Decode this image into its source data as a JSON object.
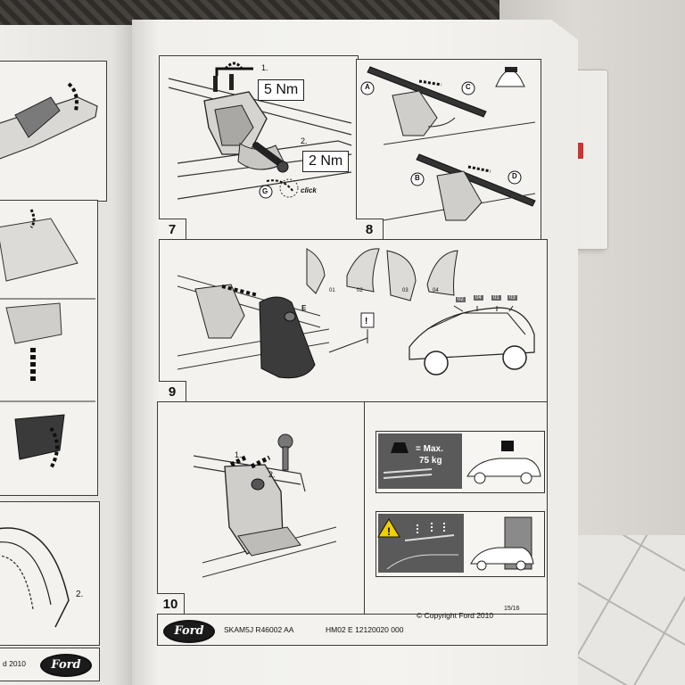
{
  "steps": {
    "step7": {
      "number": "7",
      "labels": {
        "index1": "1.",
        "index2": "2.",
        "part_g": "G",
        "click": "click"
      },
      "torque_1": "5 Nm",
      "torque_2": "2 Nm"
    },
    "step8": {
      "number": "8",
      "labels": {
        "a": "A",
        "b": "B",
        "c": "C",
        "d": "D"
      }
    },
    "step9": {
      "number": "9",
      "labels": {
        "e": "E"
      },
      "cover_codes": [
        "01",
        "02",
        "03",
        "04"
      ],
      "car_tags": [
        "02",
        "04",
        "01",
        "03"
      ]
    },
    "step10": {
      "number": "10",
      "labels": {
        "index1": "1.",
        "index2": "2."
      },
      "load_limit": {
        "line1": "= Max.",
        "line2": "75 kg"
      }
    }
  },
  "footer": {
    "part_number": "SKAM5J R46002 AA",
    "code": "HM02 E 12120020 000",
    "copyright": "© Copyright Ford 2010",
    "page": "15/16",
    "brand": "Ford"
  },
  "left_page": {
    "copyright_fragment": "d 2010",
    "index2": "2.",
    "brand": "Ford"
  },
  "colors": {
    "page": "#f3f2ee",
    "ink": "#1a1a1a",
    "panel_dark": "#555555",
    "warning": "#f0d000"
  }
}
